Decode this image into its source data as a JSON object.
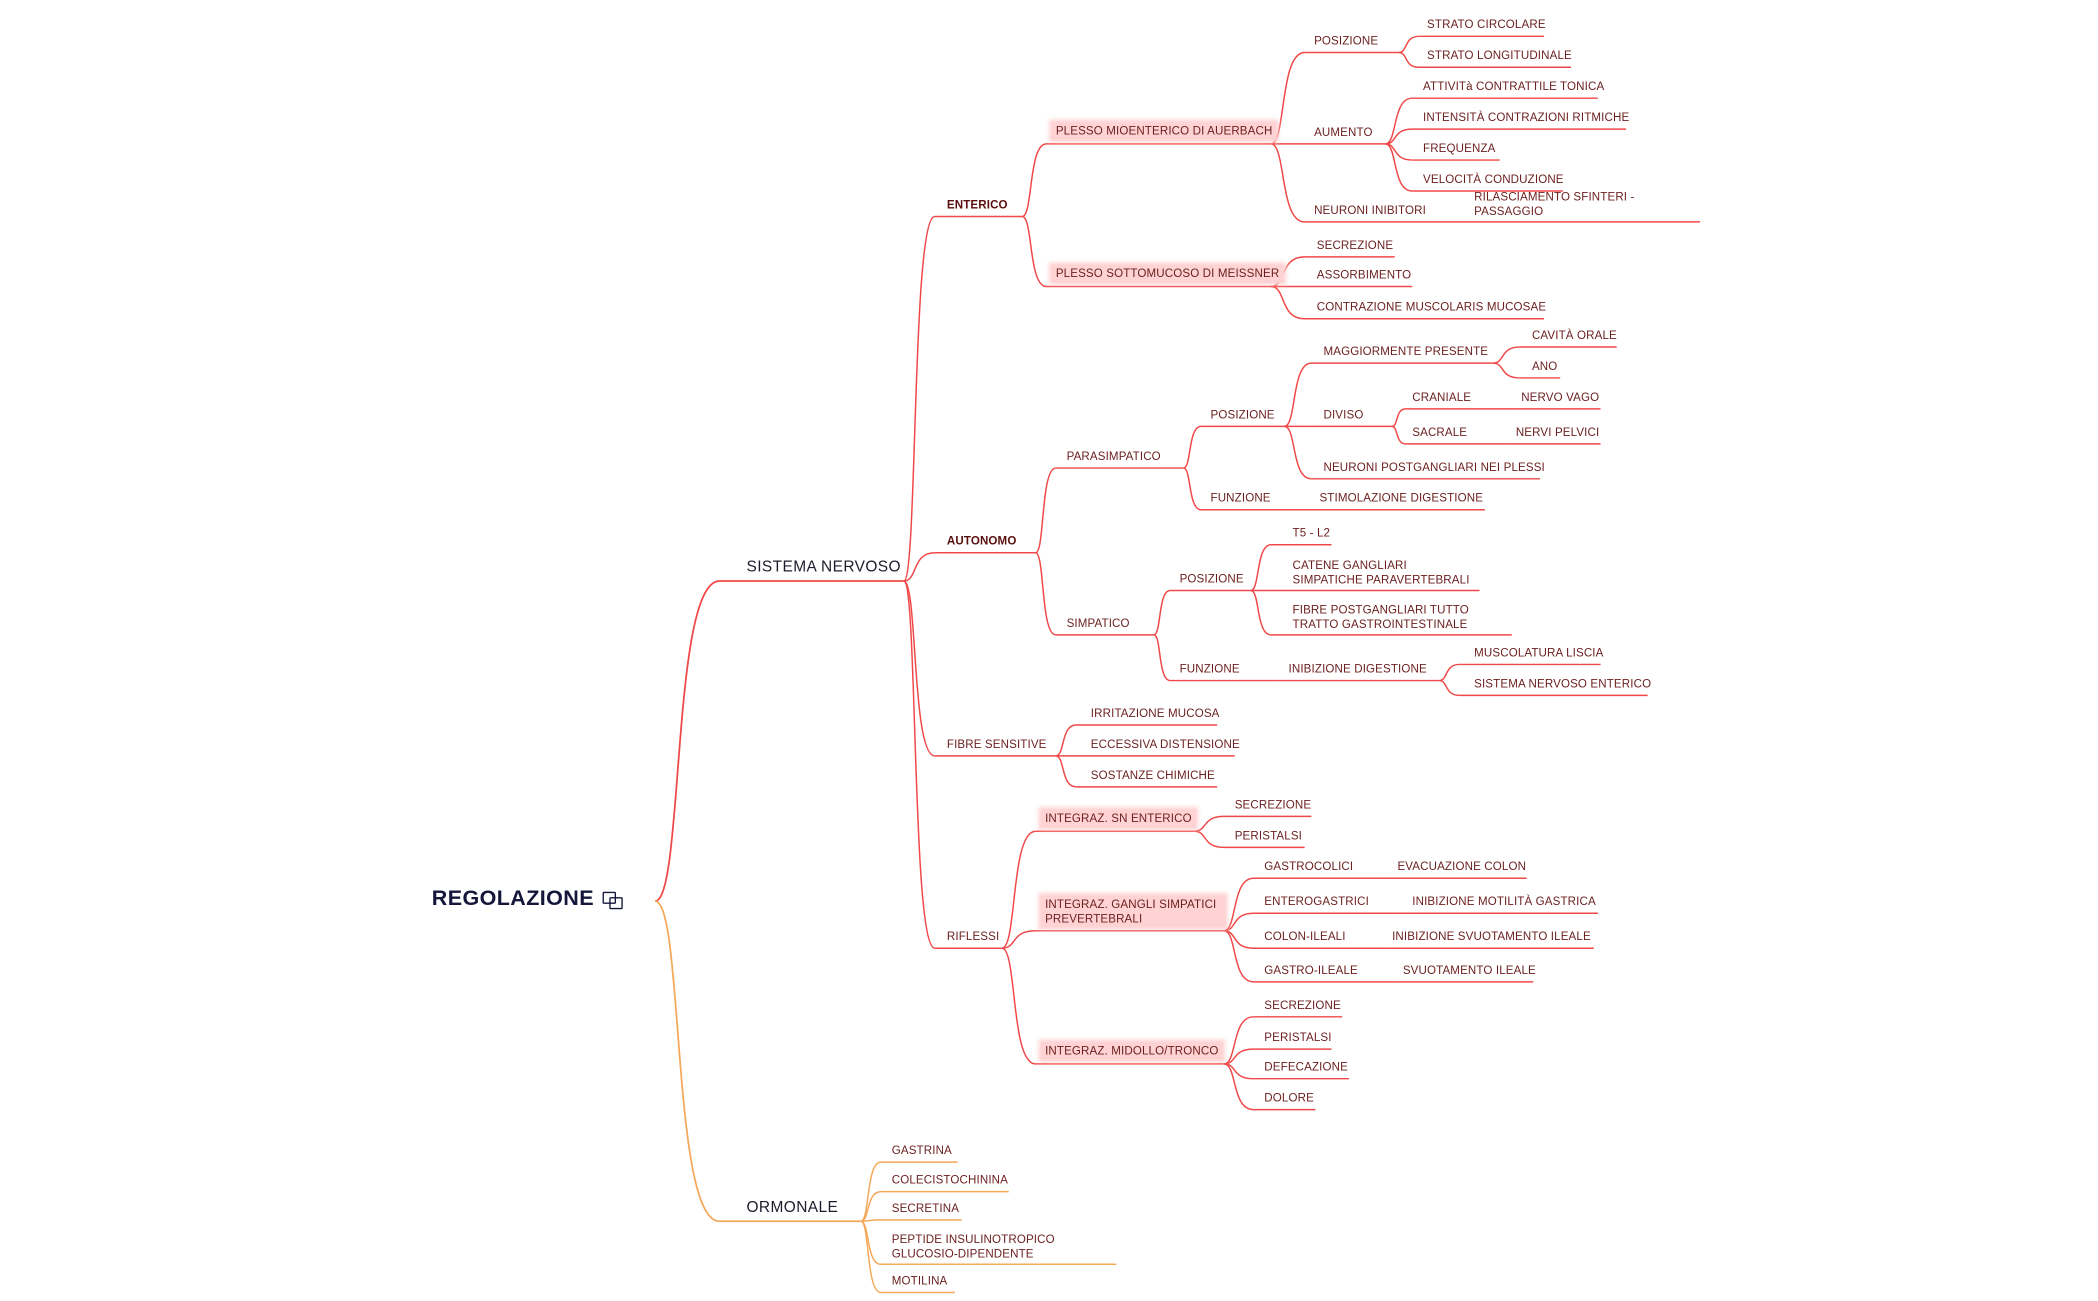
{
  "colors": {
    "nervous_branch": "#f04848",
    "hormonal_branch": "#f5a85a",
    "highlight": "#ffd3d3",
    "root_text": "#14163a",
    "node_text": "#6b1e1e"
  },
  "root": {
    "label": "REGOLAZIONE",
    "icon": "linked-topic-icon"
  },
  "children": [
    {
      "label": "SISTEMA NERVOSO",
      "children": [
        {
          "label": "ENTERICO",
          "children": [
            {
              "label": "PLESSO MIOENTERICO DI AUERBACH",
              "highlighted": true,
              "children": [
                {
                  "label": "POSIZIONE",
                  "children": [
                    {
                      "label": "STRATO CIRCOLARE"
                    },
                    {
                      "label": "STRATO LONGITUDINALE"
                    }
                  ]
                },
                {
                  "label": "AUMENTO",
                  "children": [
                    {
                      "label": "ATTIVITà CONTRATTILE TONICA"
                    },
                    {
                      "label": "INTENSITÀ CONTRAZIONI RITMICHE"
                    },
                    {
                      "label": "FREQUENZA"
                    },
                    {
                      "label": "VELOCITÀ CONDUZIONE"
                    }
                  ]
                },
                {
                  "label": "NEURONI INIBITORI",
                  "children": [
                    {
                      "label": "RILASCIAMENTO SFINTERI - PASSAGGIO"
                    }
                  ]
                }
              ]
            },
            {
              "label": "PLESSO SOTTOMUCOSO DI MEISSNER",
              "highlighted": true,
              "children": [
                {
                  "label": "SECREZIONE"
                },
                {
                  "label": "ASSORBIMENTO"
                },
                {
                  "label": "CONTRAZIONE MUSCOLARIS MUCOSAE"
                }
              ]
            }
          ]
        },
        {
          "label": "AUTONOMO",
          "children": [
            {
              "label": "PARASIMPATICO",
              "children": [
                {
                  "label": "POSIZIONE",
                  "children": [
                    {
                      "label": "MAGGIORMENTE PRESENTE",
                      "children": [
                        {
                          "label": "CAVITÀ ORALE"
                        },
                        {
                          "label": "ANO"
                        }
                      ]
                    },
                    {
                      "label": "DIVISO",
                      "children": [
                        {
                          "label": "CRANIALE",
                          "children": [
                            {
                              "label": "NERVO VAGO"
                            }
                          ]
                        },
                        {
                          "label": "SACRALE",
                          "children": [
                            {
                              "label": "NERVI PELVICI"
                            }
                          ]
                        }
                      ]
                    },
                    {
                      "label": "NEURONI POSTGANGLIARI NEI PLESSI"
                    }
                  ]
                },
                {
                  "label": "FUNZIONE",
                  "children": [
                    {
                      "label": "STIMOLAZIONE DIGESTIONE"
                    }
                  ]
                }
              ]
            },
            {
              "label": "SIMPATICO",
              "children": [
                {
                  "label": "POSIZIONE",
                  "children": [
                    {
                      "label": "T5 - L2"
                    },
                    {
                      "label": "CATENE GANGLIARI SIMPATICHE PARAVERTEBRALI"
                    },
                    {
                      "label": "FIBRE POSTGANGLIARI TUTTO TRATTO GASTROINTESTINALE"
                    }
                  ]
                },
                {
                  "label": "FUNZIONE",
                  "children": [
                    {
                      "label": "INIBIZIONE DIGESTIONE",
                      "children": [
                        {
                          "label": "MUSCOLATURA LISCIA"
                        },
                        {
                          "label": "SISTEMA NERVOSO ENTERICO"
                        }
                      ]
                    }
                  ]
                }
              ]
            }
          ]
        },
        {
          "label": "FIBRE SENSITIVE",
          "children": [
            {
              "label": "IRRITAZIONE MUCOSA"
            },
            {
              "label": "ECCESSIVA DISTENSIONE"
            },
            {
              "label": "SOSTANZE CHIMICHE"
            }
          ]
        },
        {
          "label": "RIFLESSI",
          "children": [
            {
              "label": "INTEGRAZ. SN ENTERICO",
              "highlighted": true,
              "children": [
                {
                  "label": "SECREZIONE"
                },
                {
                  "label": "PERISTALSI"
                }
              ]
            },
            {
              "label": "INTEGRAZ. GANGLI SIMPATICI PREVERTEBRALI",
              "highlighted": true,
              "children": [
                {
                  "label": "GASTROCOLICI",
                  "children": [
                    {
                      "label": "EVACUAZIONE COLON"
                    }
                  ]
                },
                {
                  "label": "ENTEROGASTRICI",
                  "children": [
                    {
                      "label": "INIBIZIONE MOTILITÀ GASTRICA"
                    }
                  ]
                },
                {
                  "label": "COLON-ILEALI",
                  "children": [
                    {
                      "label": "INIBIZIONE SVUOTAMENTO ILEALE"
                    }
                  ]
                },
                {
                  "label": "GASTRO-ILEALE",
                  "children": [
                    {
                      "label": "SVUOTAMENTO ILEALE"
                    }
                  ]
                }
              ]
            },
            {
              "label": "INTEGRAZ. MIDOLLO/TRONCO",
              "highlighted": true,
              "children": [
                {
                  "label": "SECREZIONE"
                },
                {
                  "label": "PERISTALSI"
                },
                {
                  "label": "DEFECAZIONE"
                },
                {
                  "label": "DOLORE"
                }
              ]
            }
          ]
        }
      ]
    },
    {
      "label": "ORMONALE",
      "children": [
        {
          "label": "GASTRINA"
        },
        {
          "label": "COLECISTOCHININA"
        },
        {
          "label": "SECRETINA"
        },
        {
          "label": "PEPTIDE INSULINOTROPICO GLUCOSIO-DIPENDENTE"
        },
        {
          "label": "MOTILINA"
        }
      ]
    }
  ]
}
